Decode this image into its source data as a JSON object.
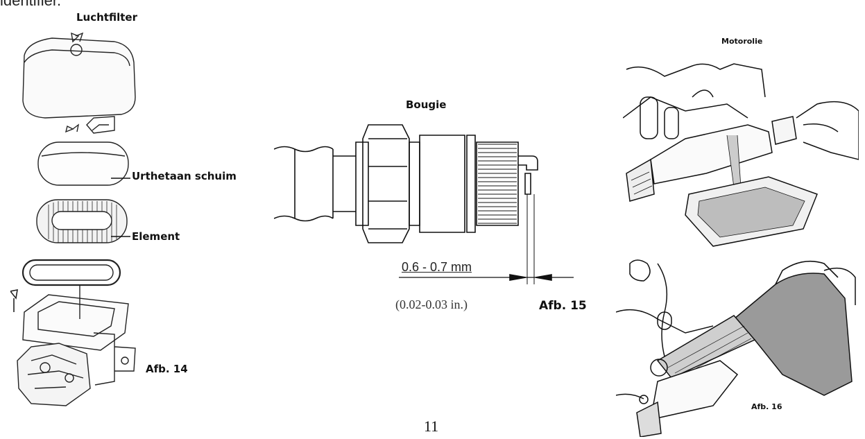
{
  "header_fragment": "identifier.",
  "figures": {
    "air_filter": {
      "title": "Luchtfilter",
      "parts": [
        "Urthetaan schuim",
        "Element"
      ],
      "caption": "Afb. 14"
    },
    "spark_plug": {
      "title": "Bougie",
      "gap_mm": "0.6 - 0.7 mm",
      "gap_in": "(0.02-0.03 in.)",
      "caption": "Afb. 15"
    },
    "engine_oil": {
      "title": "Motorolie",
      "caption": "Afb. 16"
    }
  },
  "page_number": "11"
}
